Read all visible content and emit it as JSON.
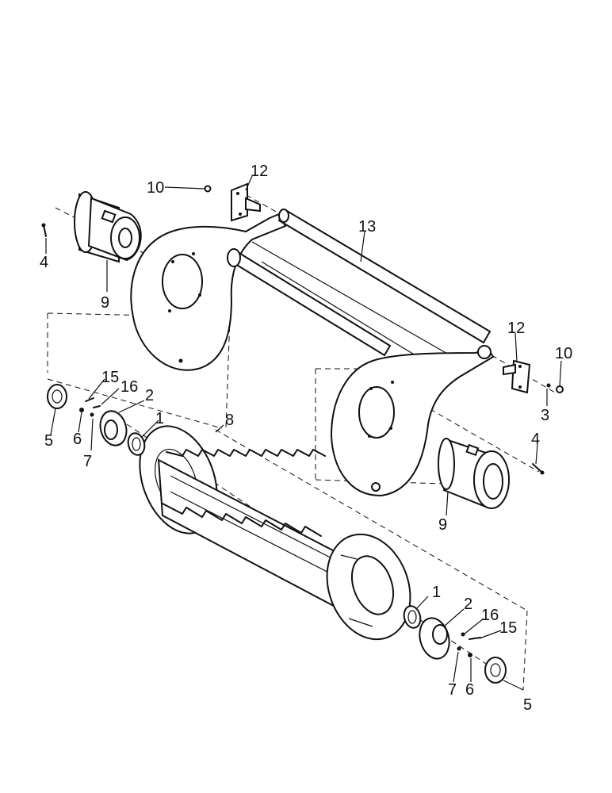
{
  "diagram": {
    "callouts": [
      {
        "id": "c1a",
        "label": "1"
      },
      {
        "id": "c1b",
        "label": "1"
      },
      {
        "id": "c2a",
        "label": "2"
      },
      {
        "id": "c2b",
        "label": "2"
      },
      {
        "id": "c3",
        "label": "3"
      },
      {
        "id": "c4a",
        "label": "4"
      },
      {
        "id": "c4b",
        "label": "4"
      },
      {
        "id": "c5a",
        "label": "5"
      },
      {
        "id": "c5b",
        "label": "5"
      },
      {
        "id": "c6a",
        "label": "6"
      },
      {
        "id": "c6b",
        "label": "6"
      },
      {
        "id": "c7a",
        "label": "7"
      },
      {
        "id": "c7b",
        "label": "7"
      },
      {
        "id": "c8",
        "label": "8"
      },
      {
        "id": "c9a",
        "label": "9"
      },
      {
        "id": "c9b",
        "label": "9"
      },
      {
        "id": "c10a",
        "label": "10"
      },
      {
        "id": "c10b",
        "label": "10"
      },
      {
        "id": "c12a",
        "label": "12"
      },
      {
        "id": "c12b",
        "label": "12"
      },
      {
        "id": "c13",
        "label": "13"
      },
      {
        "id": "c15a",
        "label": "15"
      },
      {
        "id": "c15b",
        "label": "15"
      },
      {
        "id": "c16a",
        "label": "16"
      },
      {
        "id": "c16b",
        "label": "16"
      }
    ]
  }
}
